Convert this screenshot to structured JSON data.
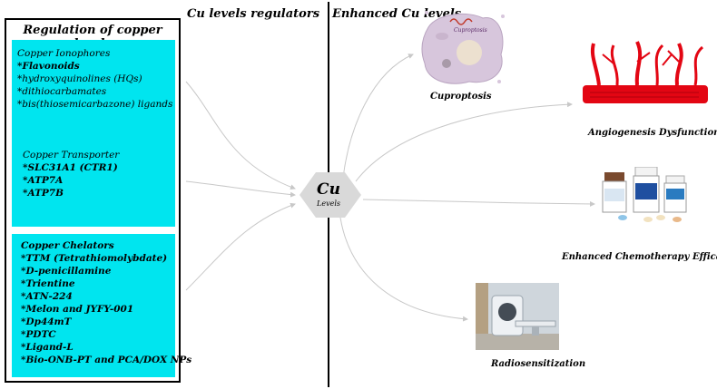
{
  "left_panel": {
    "title": "Regulation of copper levels",
    "ionophores": {
      "title": "Copper Ionophores",
      "items": [
        "*Flavonoids",
        "*hydroxyquinolines (HQs)",
        "*dithiocarbamates",
        "*bis(thiosemicarbazone) ligands"
      ]
    },
    "transporter": {
      "title": "Copper Transporter",
      "items": [
        "*SLC31A1 (CTR1)",
        "*ATP7A",
        "*ATP7B"
      ]
    },
    "chelators": {
      "title": "Copper Chelators",
      "items": [
        "*TTM (Tetrathiomolybdate)",
        "*D-penicillamine",
        "*Trientine",
        "*ATN-224",
        "*Melon and JYFY-001",
        "*Dp44mT",
        "*PDTC",
        "*Ligand-L",
        "*Bio-ONB-PT and PCA/DOX NPs"
      ]
    }
  },
  "headers": {
    "regulators": "Cu levels regulators",
    "enhanced": "Enhanced Cu levels"
  },
  "center": {
    "symbol": "Cu",
    "label": "Levels"
  },
  "outcomes": {
    "cuproptosis": "Cuproptosis",
    "cuproptosis_tag": "Cuproptosis",
    "angiogenesis": "Angiogenesis Dysfunction",
    "chemotherapy": "Enhanced Chemotherapy Efficacy",
    "radiosensitization": "Radiosensitization"
  },
  "colors": {
    "box_fill": "#00e5ef",
    "hexagon": "#d9d9d9",
    "cell": "#d7c6dc",
    "vessel": "#e30613",
    "arrow": "#c8c8c8"
  }
}
